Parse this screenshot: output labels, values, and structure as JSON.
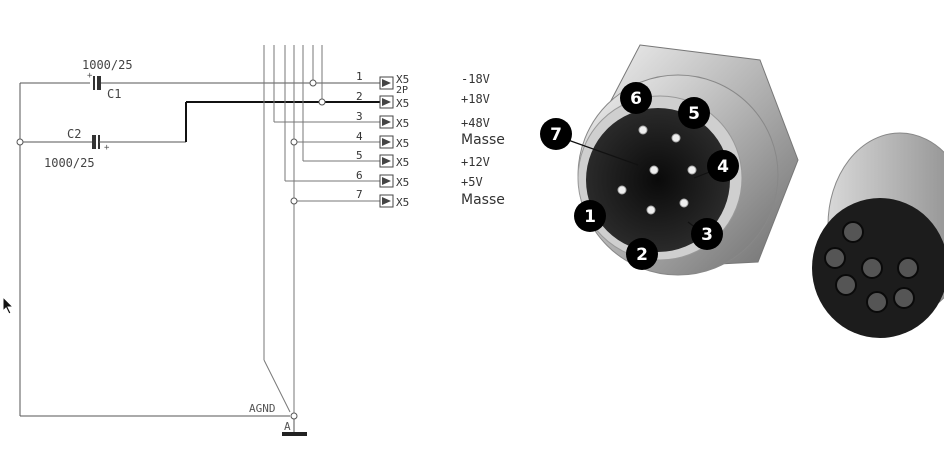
{
  "schematic": {
    "capacitors": [
      {
        "ref": "C1",
        "value": "1000/25"
      },
      {
        "ref": "C2",
        "value": "1000/25"
      }
    ],
    "connector_extra": "2P",
    "ground_label": "AGND",
    "ground_ref": "A",
    "pins": [
      {
        "num": "1",
        "ref": "X5",
        "label": "-18V"
      },
      {
        "num": "2",
        "ref": "X5",
        "label": "+18V"
      },
      {
        "num": "3",
        "ref": "X5",
        "label": "+48V"
      },
      {
        "num": "4",
        "ref": "X5",
        "label": "Masse"
      },
      {
        "num": "5",
        "ref": "X5",
        "label": "+12V"
      },
      {
        "num": "6",
        "ref": "X5",
        "label": "+5V"
      },
      {
        "num": "7",
        "ref": "X5",
        "label": "Masse"
      }
    ]
  },
  "photo": {
    "pin_markers": [
      "1",
      "2",
      "3",
      "4",
      "5",
      "6",
      "7"
    ]
  }
}
